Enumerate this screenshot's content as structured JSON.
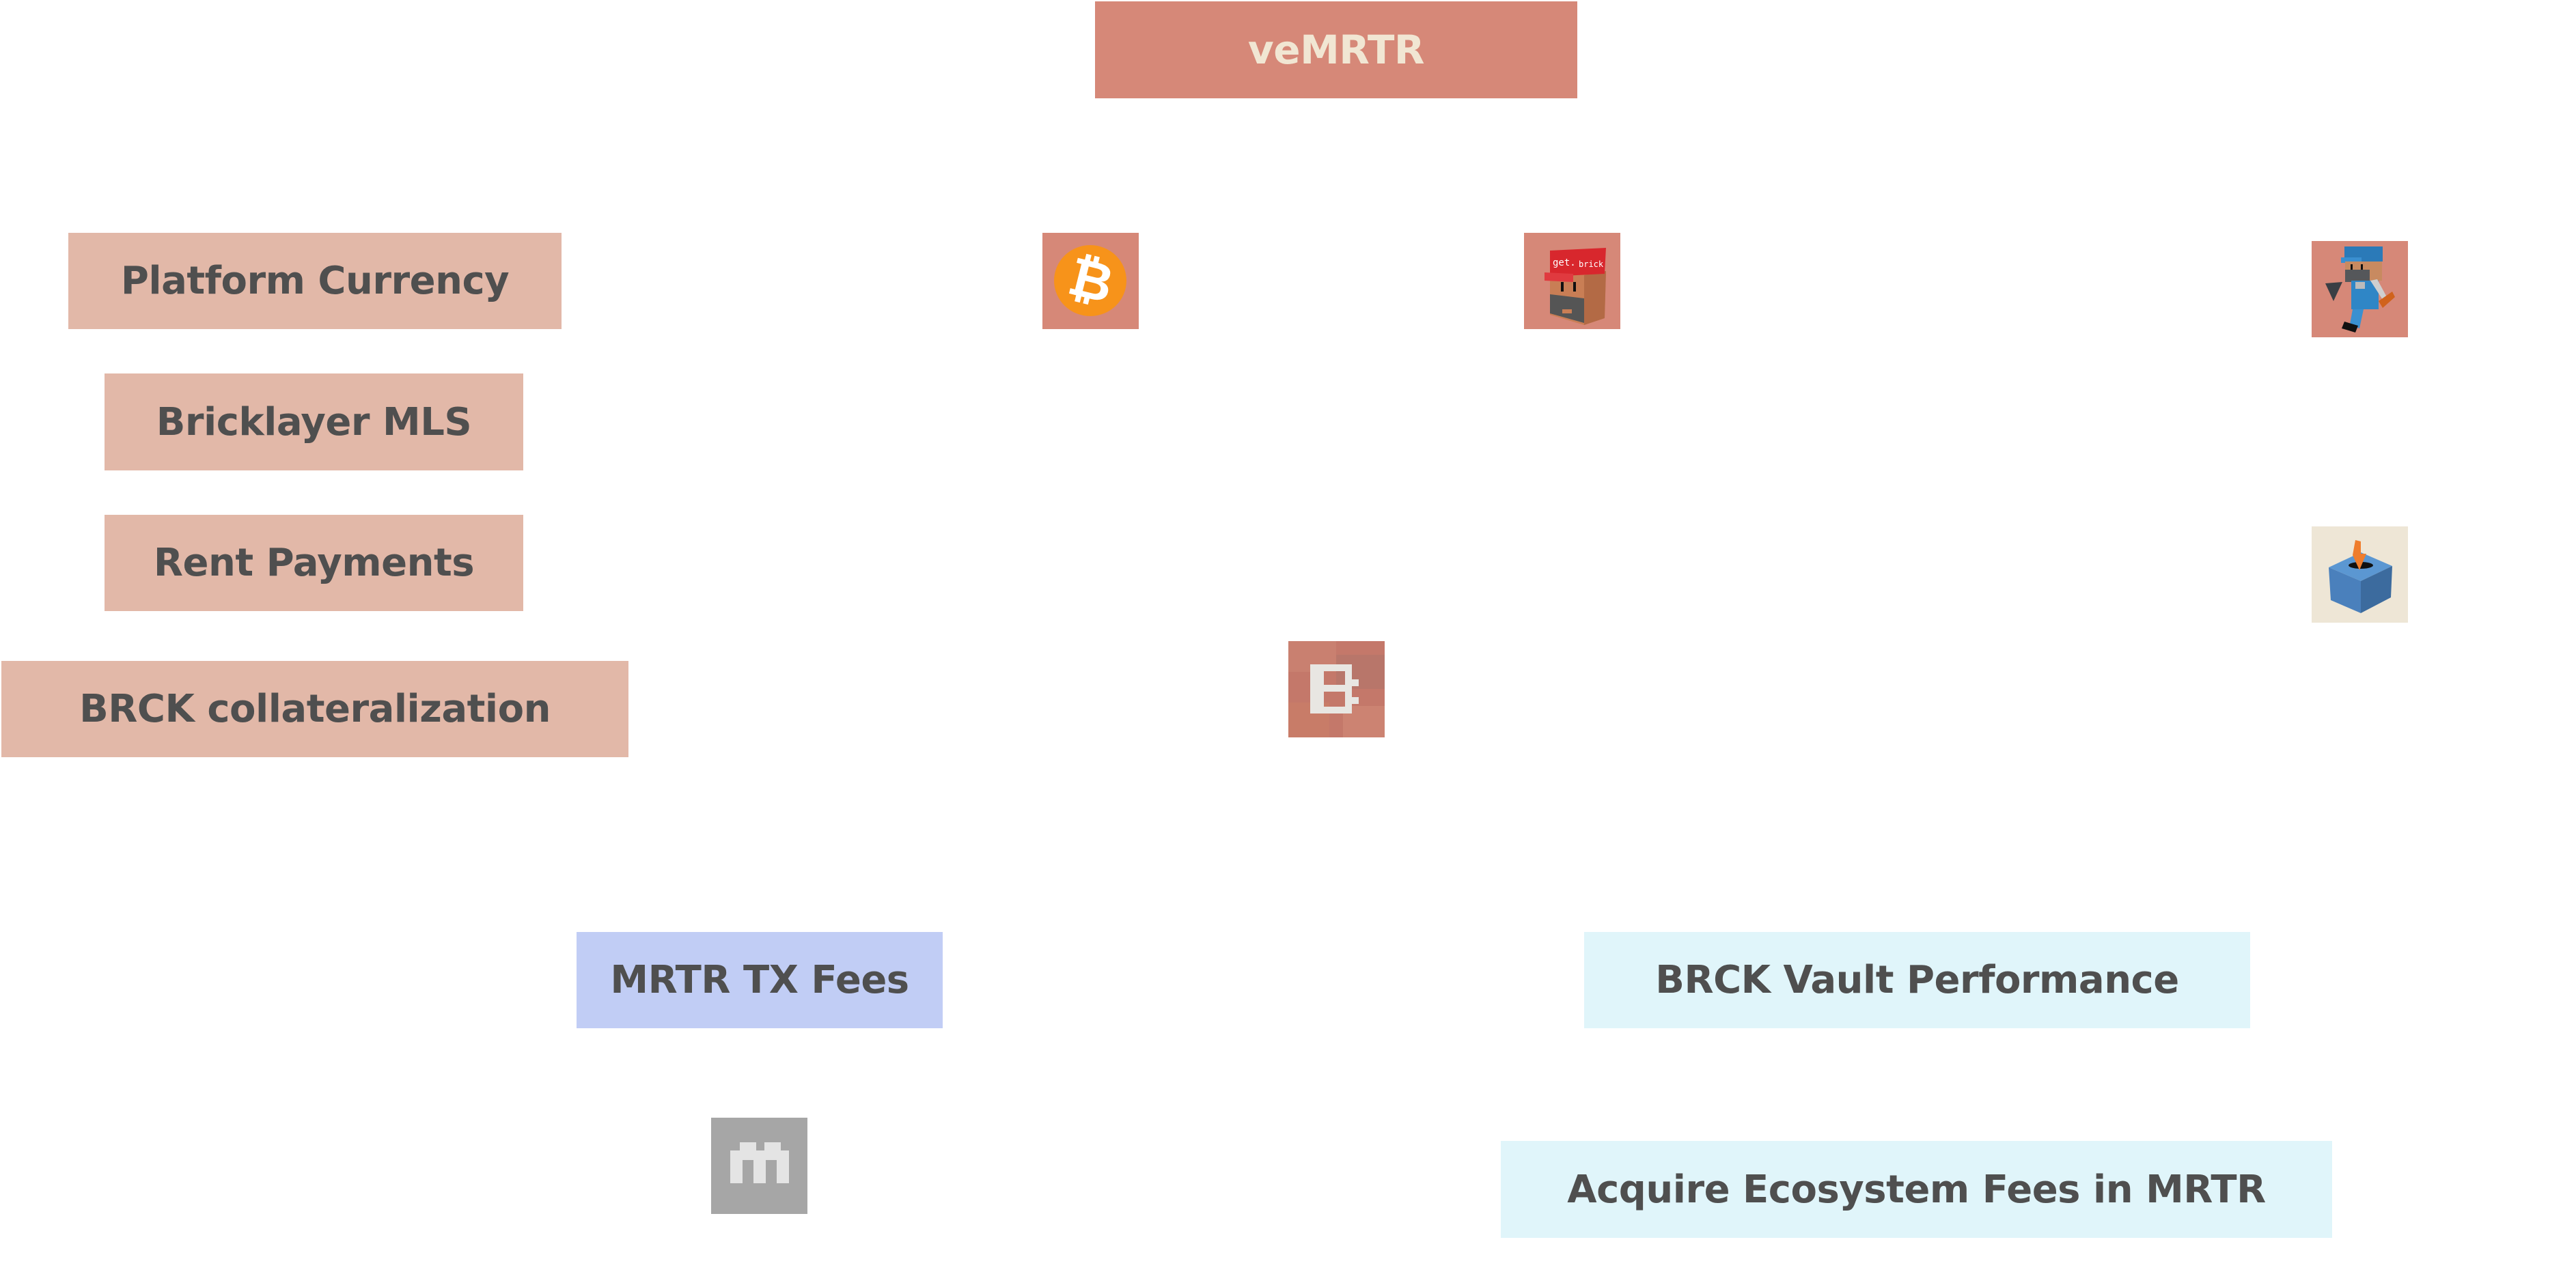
{
  "diagram": {
    "title": "veMRTR",
    "features": [
      {
        "label": "Platform Currency"
      },
      {
        "label": "Bricklayer MLS"
      },
      {
        "label": "Rent Payments"
      },
      {
        "label": "BRCK collateralization"
      }
    ],
    "revenue": {
      "tx_fees": "MRTR TX Fees",
      "vault_performance": "BRCK Vault Performance",
      "acquire_fees": "Acquire Ecosystem Fees in MRTR"
    },
    "icons": {
      "bitcoin": "bitcoin-icon",
      "getbrick": "get-brick-character-icon",
      "getbrick_text": "get. brick",
      "bricklayer": "bricklayer-character-icon",
      "ballot": "ballot-box-icon",
      "brck_logo": "brck-logo-icon",
      "mrtr_logo": "mrtr-logo-icon"
    },
    "colors": {
      "title_bg": "#d68878",
      "title_text": "#f1e6d3",
      "feature_bg": "#e2b8a8",
      "tx_fee_bg": "#c1cdf5",
      "vault_bg": "#e0f5fa",
      "text": "#4f4f4f"
    }
  }
}
